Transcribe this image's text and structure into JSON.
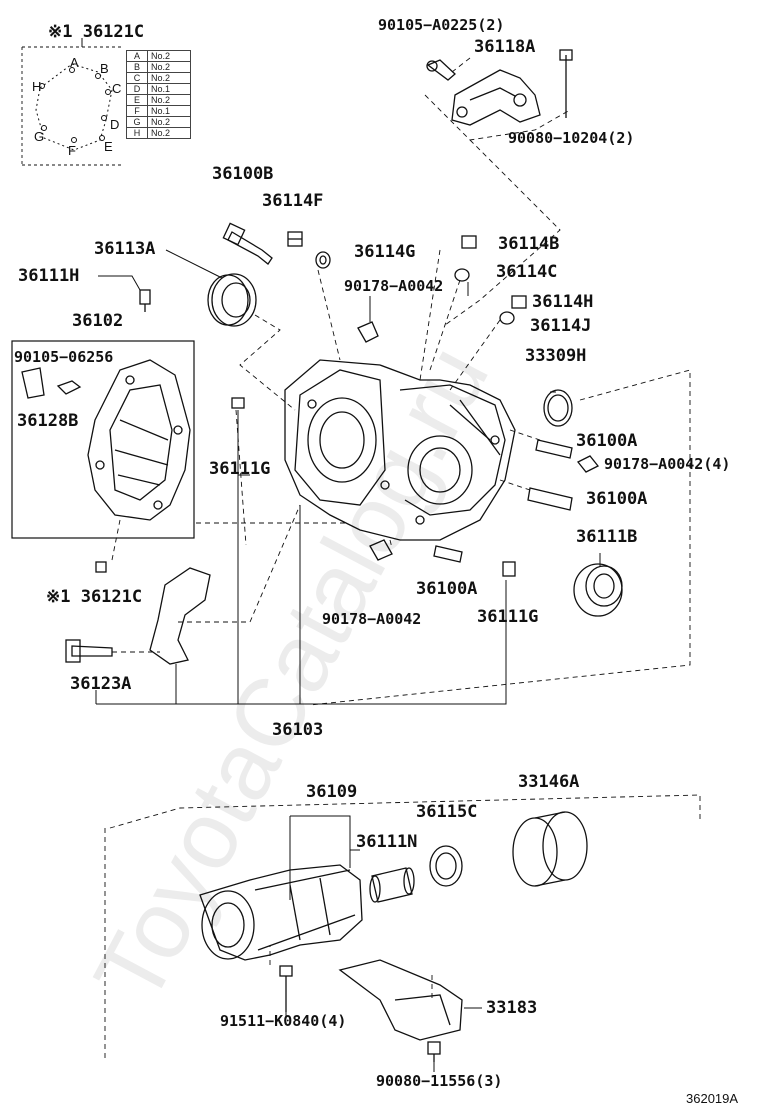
{
  "diagram_id": "362019A",
  "watermark": "ToyotaCatalog.ru",
  "callouts": {
    "c36121C_top": "※1 36121C",
    "c90105_A0225": "90105−A0225(2)",
    "c36118A": "36118A",
    "c90080_10204": "90080−10204(2)",
    "c36100B": "36100B",
    "c36114F": "36114F",
    "c36114G": "36114G",
    "c36114B": "36114B",
    "c36113A": "36113A",
    "c36114C": "36114C",
    "c36111H": "36111H",
    "c90178_A0042_a": "90178−A0042",
    "c36114H": "36114H",
    "c36114J": "36114J",
    "c36102": "36102",
    "c90105_06256": "90105−06256",
    "c33309H": "33309H",
    "c36128B": "36128B",
    "c36100A_1": "36100A",
    "c90178_A0042_4": "90178−A0042(4)",
    "c36111G_left": "36111G",
    "c36100A_2": "36100A",
    "c36111B": "36111B",
    "c36100A_3": "36100A",
    "c36121C_mid": "※1 36121C",
    "c90178_A0042_b": "90178−A0042",
    "c36111G_right": "36111G",
    "c36123A": "36123A",
    "c36103": "36103",
    "c36109": "36109",
    "c33146A": "33146A",
    "c36115C": "36115C",
    "c36111N": "36111N",
    "c33183": "33183",
    "c91511_K0840": "91511−K0840(4)",
    "c90080_11556": "90080−11556(3)"
  },
  "bolt_table": {
    "rows": [
      {
        "k": "A",
        "v": "No.2"
      },
      {
        "k": "B",
        "v": "No.2"
      },
      {
        "k": "C",
        "v": "No.2"
      },
      {
        "k": "D",
        "v": "No.1"
      },
      {
        "k": "E",
        "v": "No.2"
      },
      {
        "k": "F",
        "v": "No.1"
      },
      {
        "k": "G",
        "v": "No.2"
      },
      {
        "k": "H",
        "v": "No.2"
      }
    ]
  },
  "bolt_positions": {
    "A": "A",
    "B": "B",
    "C": "C",
    "D": "D",
    "E": "E",
    "F": "F",
    "G": "G",
    "H": "H"
  }
}
